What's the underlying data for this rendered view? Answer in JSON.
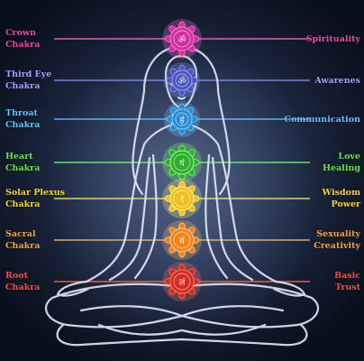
{
  "chakras": [
    {
      "id": "crown",
      "left_lines": [
        "Crown",
        "Chakra"
      ],
      "right_lines": [
        "Spirituality"
      ],
      "color": "#d0309f",
      "glow": "#ff6fd0",
      "text_color": "#e9489f",
      "glyph": "ॐ"
    },
    {
      "id": "third-eye",
      "left_lines": [
        "Third Eye",
        "Chakra"
      ],
      "right_lines": [
        "Awarenes"
      ],
      "color": "#4b57b8",
      "glow": "#8a93ff",
      "text_color": "#9aa6ff",
      "glyph": "ॐ"
    },
    {
      "id": "throat",
      "left_lines": [
        "Throat",
        "Chakra"
      ],
      "right_lines": [
        "Communication"
      ],
      "color": "#2a8bd0",
      "glow": "#6cc7ff",
      "text_color": "#5dc6ff",
      "glyph": "हं"
    },
    {
      "id": "heart",
      "left_lines": [
        "Heart",
        "Chakra"
      ],
      "right_lines": [
        "Love",
        "Healing"
      ],
      "color": "#2fae2f",
      "glow": "#7dff6a",
      "text_color": "#6fe04a",
      "glyph": "यं"
    },
    {
      "id": "solar-plexus",
      "left_lines": [
        "Solar Plexus",
        "Chakra"
      ],
      "right_lines": [
        "Wisdom",
        "Power"
      ],
      "color": "#f0c020",
      "glow": "#fff07a",
      "text_color": "#f6d431",
      "glyph": "रं"
    },
    {
      "id": "sacral",
      "left_lines": [
        "Sacral",
        "Chakra"
      ],
      "right_lines": [
        "Sexuality",
        "Creativity"
      ],
      "color": "#f08420",
      "glow": "#ffc070",
      "text_color": "#f7a33a",
      "glyph": "वं"
    },
    {
      "id": "root",
      "left_lines": [
        "Root",
        "Chakra"
      ],
      "right_lines": [
        "Basic",
        "Trust"
      ],
      "color": "#d42a22",
      "glow": "#ff6a5a",
      "text_color": "#ff4a4a",
      "glyph": "लं"
    }
  ]
}
